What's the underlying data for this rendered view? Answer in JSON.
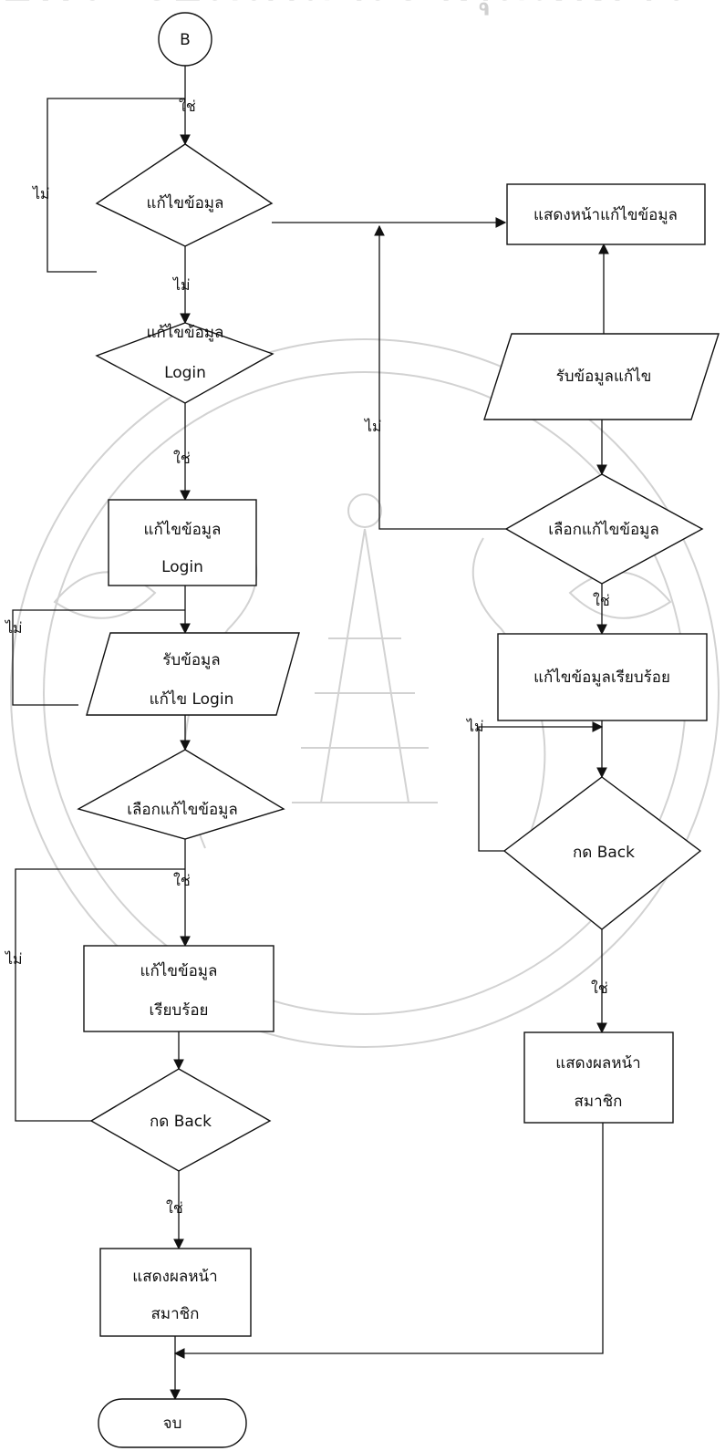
{
  "nodes": {
    "connector_b": "B",
    "d_edit_data": "แก้ไขข้อมูล",
    "d_edit_login_l1": "แก้ไขข้อมูล",
    "d_edit_login_l2": "Login",
    "p_edit_login_l1": "แก้ไขข้อมูล",
    "p_edit_login_l2": "Login",
    "io_recv_login_l1": "รับข้อมูล",
    "io_recv_login_l2": "แก้ไข Login",
    "d_choose_edit_left": "เลือกแก้ไขข้อมูล",
    "p_edit_done_left_l1": "แก้ไขข้อมูล",
    "p_edit_done_left_l2": "เรียบร้อย",
    "d_back_left": "กด Back",
    "p_show_member_left_l1": "แสดงผลหน้า",
    "p_show_member_left_l2": "สมาชิก",
    "terminal_end": "จบ",
    "p_show_edit_page": "แสดงหน้าแก้ไขข้อมูล",
    "io_recv_edit": "รับข้อมูลแก้ไข",
    "d_choose_edit_right": "เลือกแก้ไขข้อมูล",
    "p_edit_done_right": "แก้ไขข้อมูลเรียบร้อย",
    "d_back_right": "กด Back",
    "p_show_member_right_l1": "แสดงผลหน้า",
    "p_show_member_right_l2": "สมาชิก"
  },
  "edge_labels": {
    "yes_top": "ใช่",
    "no_loop_top": "ไม่",
    "no_below_edit": "ไม่",
    "yes_below_login_decision": "ใช่",
    "no_loop_recv_login": "ไม่",
    "yes_below_choose_left": "ใช่",
    "no_loop_back_left": "ไม่",
    "yes_below_back_left": "ใช่",
    "no_right_loop": "ไม่",
    "yes_below_choose_right": "ใช่",
    "no_loop_back_right": "ไม่",
    "yes_below_back_right": "ใช่"
  },
  "watermark_text": "ยีพระจอมเกล้าเจ้าคุณทหาร"
}
